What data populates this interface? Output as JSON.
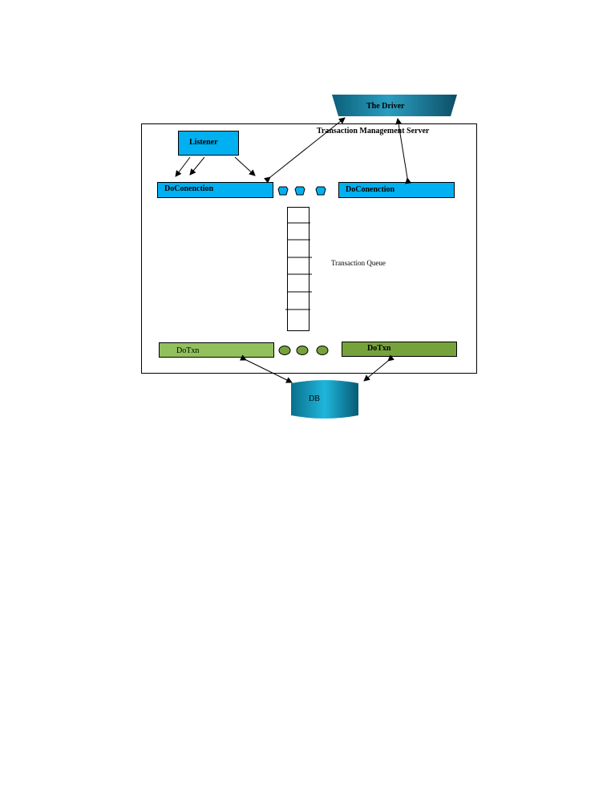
{
  "diagram": {
    "driver_label": "The Driver",
    "server_label": "Transaction Management Server",
    "listener_label": "Listener",
    "connection_left_label": "DoConenction",
    "connection_right_label": "DoConenction",
    "queue_label": "Transaction Queue",
    "txn_left_label": "DoTxn",
    "txn_right_label": "DoTxn",
    "db_label": "DB"
  },
  "colors": {
    "connection_fill": "#00b0f0",
    "txn_left_fill": "#92c05c",
    "txn_right_fill": "#76a23c",
    "driver_fill": "#1c7a99",
    "db_fill": "#0a8fb0"
  }
}
